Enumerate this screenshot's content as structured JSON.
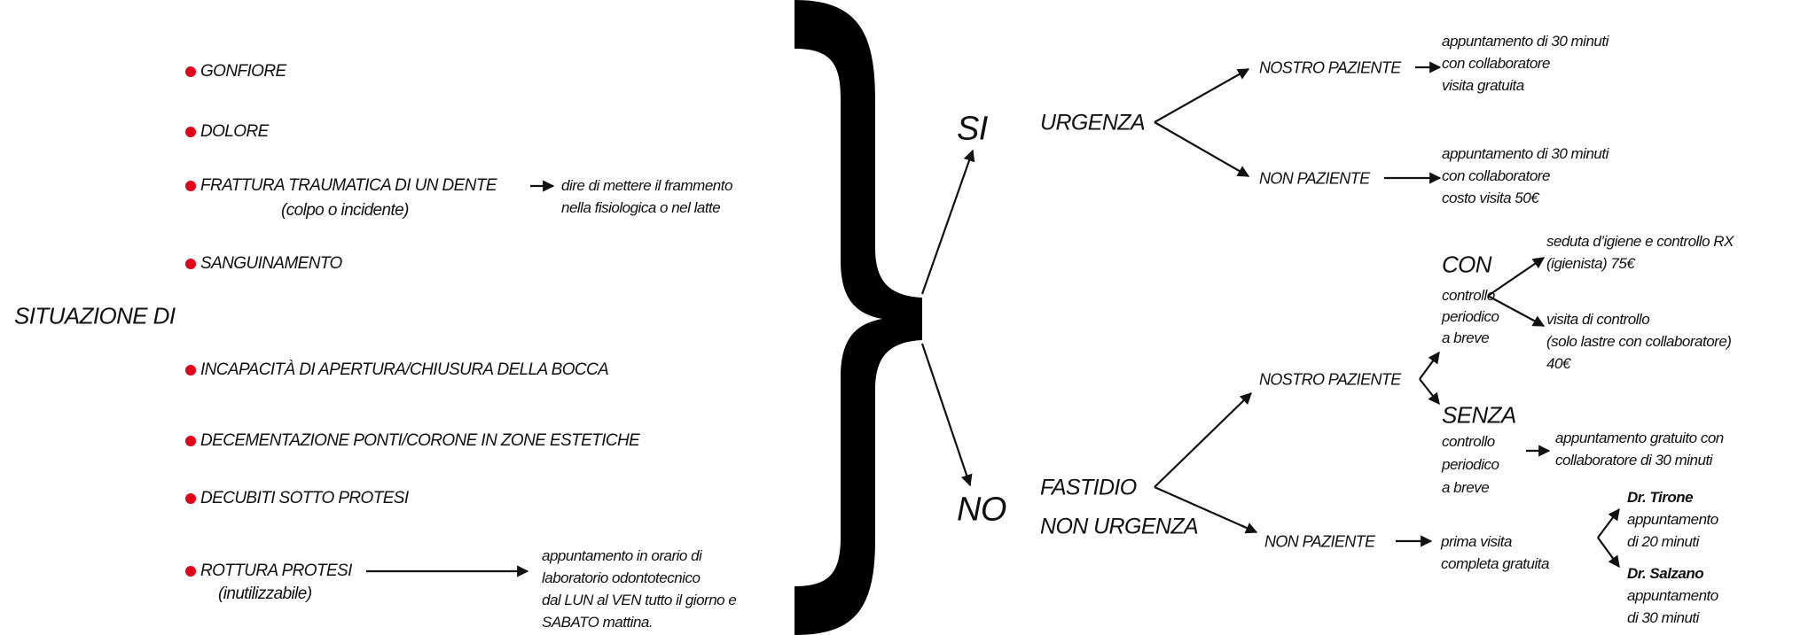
{
  "colors": {
    "bullet": "#e3001b",
    "ink": "#111111"
  },
  "left": {
    "title": "SITUAZIONE DI",
    "items": [
      {
        "label": "GONFIORE"
      },
      {
        "label": "DOLORE"
      },
      {
        "label": "FRATTURA TRAUMATICA DI UN DENTE",
        "sub": "(colpo o incidente)",
        "note": [
          "dire di mettere il frammento",
          "nella fisiologica o nel latte"
        ]
      },
      {
        "label": "SANGUINAMENTO"
      },
      {
        "label": "INCAPACITÀ DI APERTURA/CHIUSURA DELLA BOCCA"
      },
      {
        "label": "DECEMENTAZIONE PONTI/CORONE IN ZONE ESTETICHE"
      },
      {
        "label": "DECUBITI SOTTO PROTESI"
      },
      {
        "label": "ROTTURA PROTESI",
        "sub": "(inutilizzabile)",
        "note": [
          "appuntamento in orario di",
          "laboratorio odontotecnico",
          "dal LUN al VEN tutto il giorno e",
          "SABATO mattina."
        ]
      }
    ]
  },
  "si": {
    "label": "SI",
    "category": "URGENZA",
    "nostro": {
      "label": "NOSTRO PAZIENTE",
      "result": [
        "appuntamento di 30 minuti",
        "con collaboratore",
        "visita gratuita"
      ]
    },
    "non": {
      "label": "NON PAZIENTE",
      "result": [
        "appuntamento di 30 minuti",
        "con collaboratore",
        "costo visita 50€"
      ]
    }
  },
  "no": {
    "label": "NO",
    "category": [
      "FASTIDIO",
      "NON URGENZA"
    ],
    "nostro": {
      "label": "NOSTRO PAZIENTE",
      "con": {
        "title": "CON",
        "desc": [
          "controllo",
          "periodico",
          "a breve"
        ],
        "opt1": [
          "seduta d’igiene e controllo RX",
          "(igienista) 75€"
        ],
        "opt2": [
          "visita di controllo",
          "(solo lastre con collaboratore)",
          "40€"
        ]
      },
      "senza": {
        "title": "SENZA",
        "desc": [
          "controllo",
          "periodico",
          "a breve"
        ],
        "result": [
          "appuntamento gratuito con",
          "collaboratore di 30 minuti"
        ]
      }
    },
    "non": {
      "label": "NON PAZIENTE",
      "result": [
        "prima visita",
        "completa gratuita"
      ],
      "doctors": [
        {
          "name": "Dr. Tirone",
          "lines": [
            "appuntamento",
            "di 20 minuti"
          ]
        },
        {
          "name": "Dr. Salzano",
          "lines": [
            "appuntamento",
            "di 30 minuti"
          ]
        }
      ]
    }
  }
}
